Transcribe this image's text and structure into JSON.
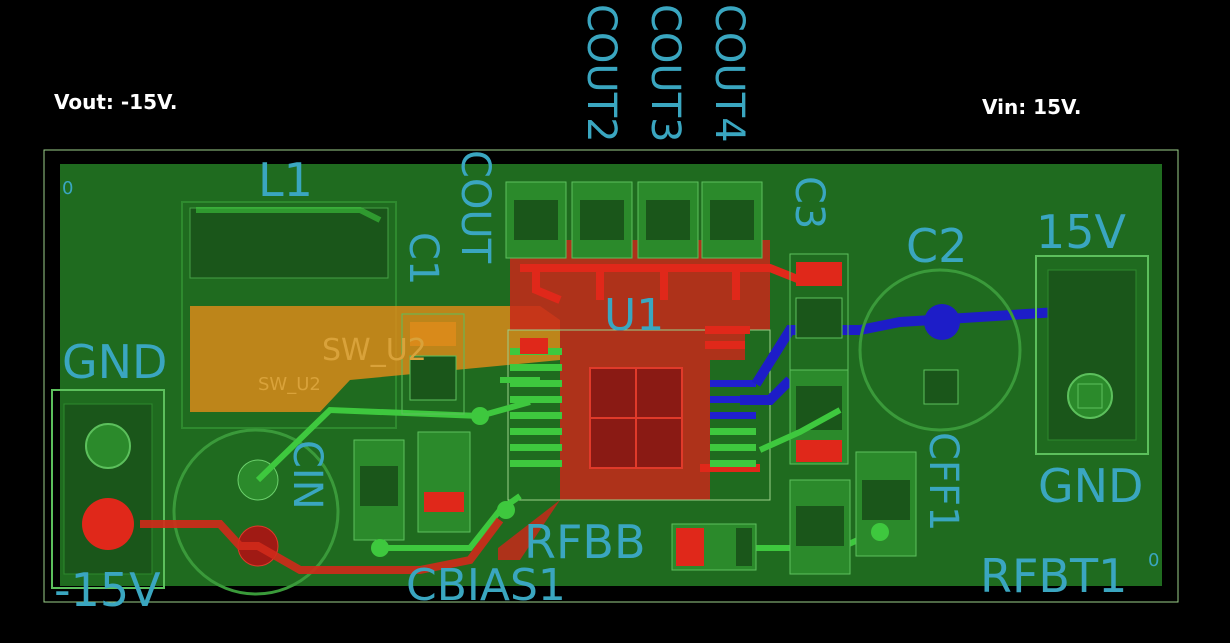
{
  "annotations": {
    "vout": "Vout: -15V.",
    "vin": "Vin: 15V."
  },
  "silkscreen": {
    "l1": "L1",
    "gnd_left": "GND",
    "gnd_right": "GND",
    "v15": "15V",
    "c2": "C2",
    "c3": "C3",
    "c1": "C1",
    "u1": "U1",
    "cout": "COUT",
    "cout2": "COUT2",
    "cout3": "COUT3",
    "cout4": "COUT4",
    "sw_u2_a": "SW_U2",
    "sw_u2_b": "SW_U2",
    "rfbb": "RFBB",
    "rfbt": "RFBT1",
    "cbias": "CBIAS1",
    "cff": "CFF1",
    "cin": "CIN",
    "vneg": "-15V",
    "zero_left": "0",
    "zero_right": "0"
  },
  "colors": {
    "board": "#1f6b1f",
    "copper_top": "#c8281a",
    "copper_bottom": "#1d1dc8",
    "trace_green": "#3ec83e",
    "orange_pour": "#d98a1a",
    "silk": "#3aa6c0"
  }
}
